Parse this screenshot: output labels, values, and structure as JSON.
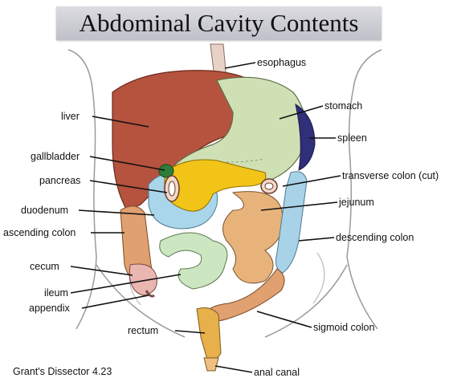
{
  "title": "Abdominal Cavity Contents",
  "credit": "Grant's Dissector 4.23",
  "labels": {
    "esophagus": "esophagus",
    "stomach": "stomach",
    "liver": "liver",
    "spleen": "spleen",
    "gallbladder": "gallbladder",
    "transverse_colon": "transverse colon (cut)",
    "pancreas": "pancreas",
    "jejunum": "jejunum",
    "duodenum": "duodenum",
    "ascending_colon": "ascending colon",
    "descending_colon": "descending colon",
    "cecum": "cecum",
    "ileum": "ileum",
    "appendix": "appendix",
    "rectum": "rectum",
    "sigmoid_colon": "sigmoid colon",
    "anal_canal": "anal canal"
  },
  "colors": {
    "liver": "#b5533e",
    "stomach": "#cfe0b4",
    "spleen": "#2f2f7a",
    "gallbladder": "#2e7d3a",
    "pancreas": "#f2c418",
    "duodenum": "#a9d6ea",
    "jejunum": "#e8b37a",
    "ileum": "#cde6c2",
    "colon": "#e0a070",
    "descending_colon": "#a8d2e8",
    "rectum": "#e8b04a"
  }
}
